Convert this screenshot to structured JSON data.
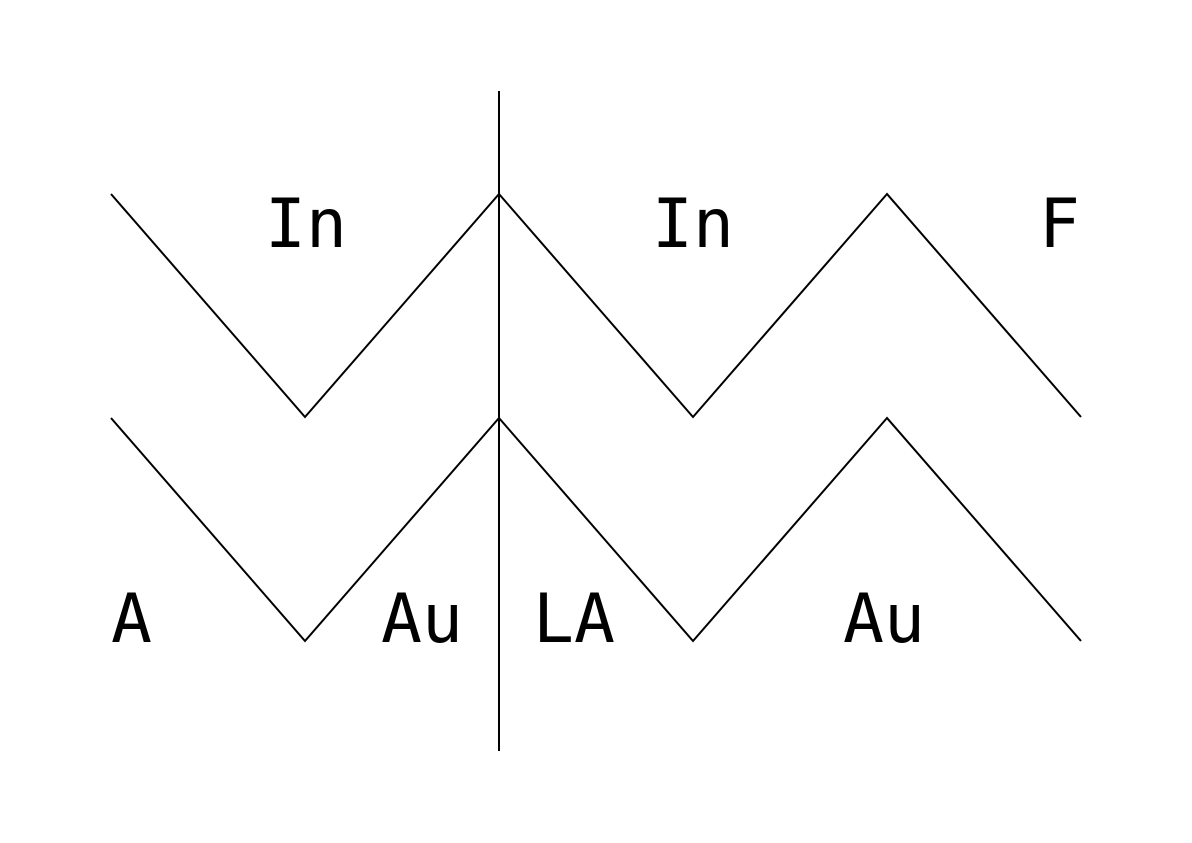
{
  "colors": {
    "ink": "#000000",
    "background": "#ffffff"
  },
  "labels": {
    "upper_in_left": "In",
    "upper_in_right": "In",
    "upper_f": "F",
    "lower_a": "A",
    "lower_au_left": "Au",
    "lower_la": "LA",
    "lower_au_right": "Au"
  }
}
